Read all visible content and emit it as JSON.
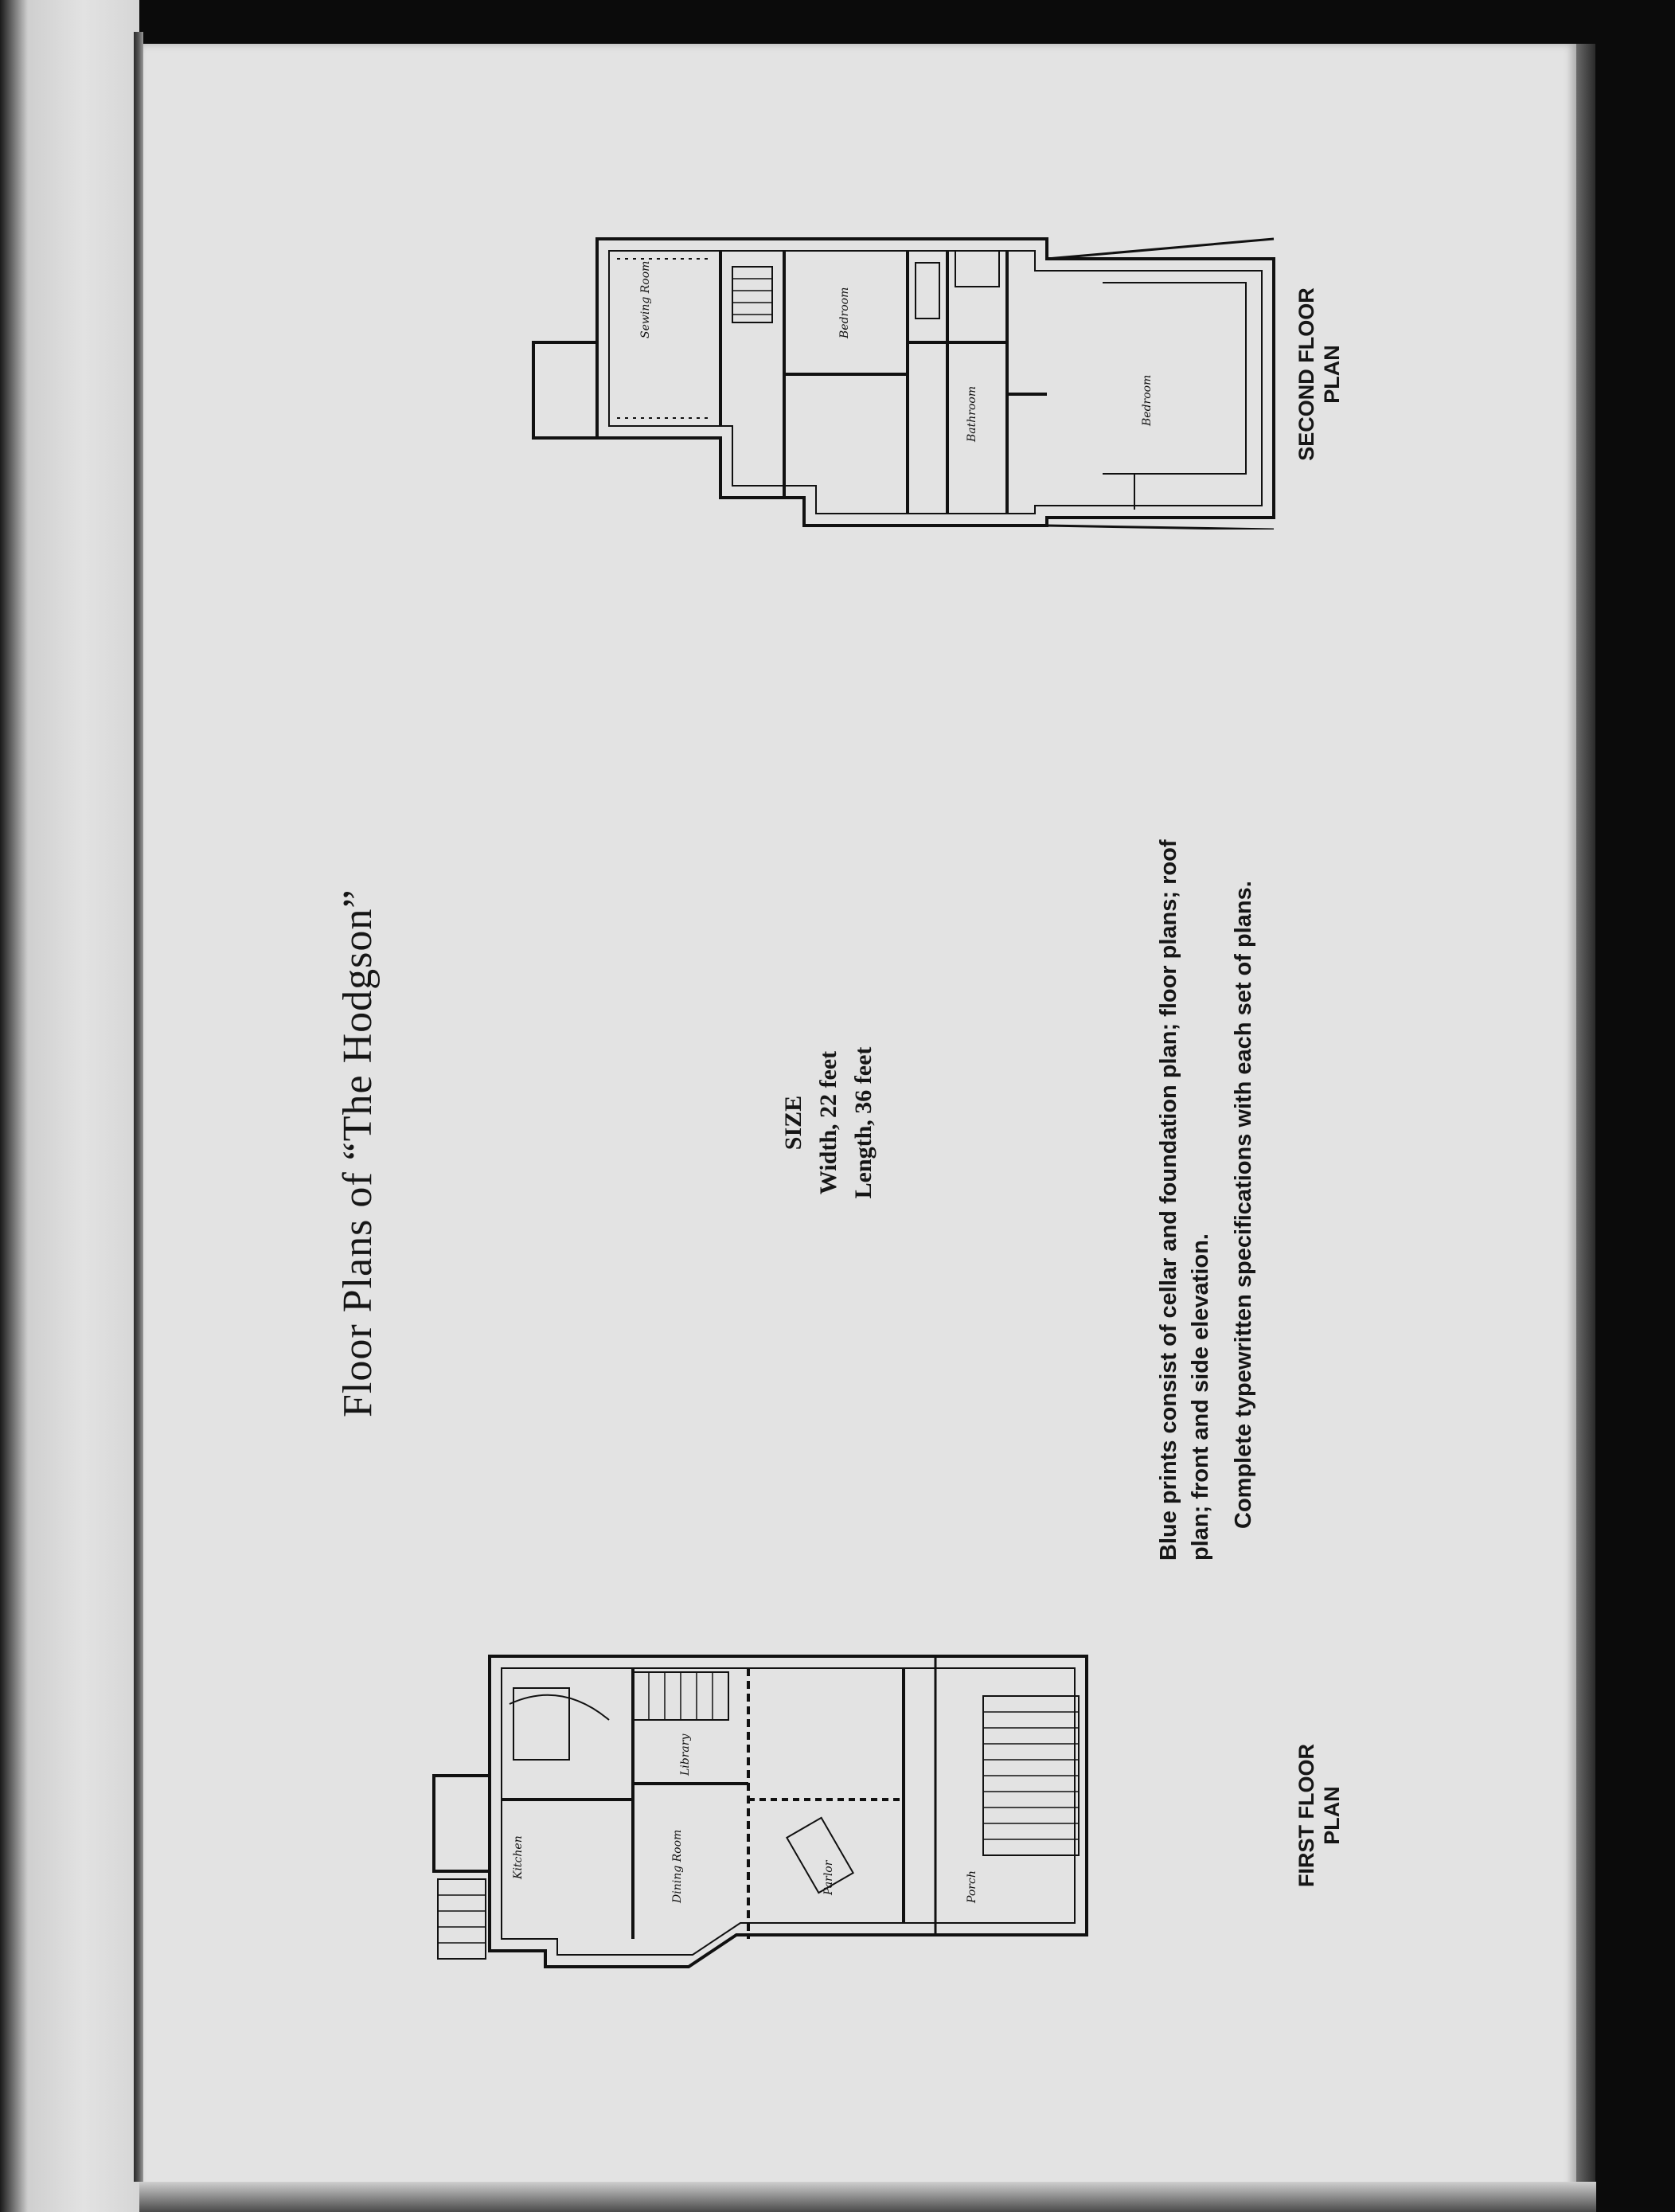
{
  "page": {
    "title": "Floor Plans of “The Hodgson”",
    "size": {
      "heading": "SIZE",
      "width": "Width, 22 feet",
      "length": "Length, 36 feet"
    },
    "description": {
      "line1": "Blue prints consist of cellar and foundation plan; floor plans; roof",
      "line2": "plan; front and side elevation.",
      "line3": "Complete typewritten specifications with each set of plans."
    },
    "first_floor": {
      "label_line1": "FIRST FLOOR",
      "label_line2": "PLAN"
    },
    "second_floor": {
      "label_line1": "SECOND FLOOR",
      "label_line2": "PLAN"
    }
  }
}
